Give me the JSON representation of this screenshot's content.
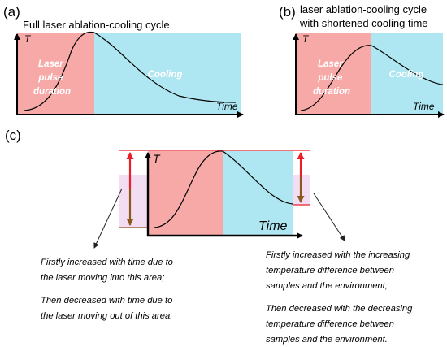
{
  "panel_a": {
    "letter": "(a)",
    "title": "Full laser ablation-cooling cycle",
    "y_axis": "T",
    "x_axis": "Time",
    "laser_lines": [
      "Laser",
      "pulse",
      "duration"
    ],
    "cooling": "Cooling"
  },
  "panel_b": {
    "letter": "(b)",
    "title_lines": [
      "laser ablation-cooling cycle",
      "with shortened cooling time"
    ],
    "y_axis": "T",
    "x_axis": "Time",
    "laser_lines": [
      "Laser",
      "pulse",
      "duration"
    ],
    "cooling": "Cooling"
  },
  "panel_c": {
    "letter": "(c)",
    "y_axis": "T",
    "x_axis": "Time",
    "left_note": [
      "Firstly increased with time due to",
      "the laser moving into this area;",
      "",
      "Then decreased with time due to",
      "the laser moving out of this area."
    ],
    "right_note": [
      "Firstly increased with the increasing",
      "temperature difference between",
      "samples and the environment;",
      "",
      "Then decreased with the decreasing",
      "temperature difference between",
      "samples and the environment."
    ]
  },
  "colors": {
    "laser_fill": "#f7a9a8",
    "cooling_fill": "#aee6f2",
    "red_line": "#e8202a",
    "brown_arrow": "#8b5a1a",
    "pale_pink": "#f3ddf3"
  }
}
